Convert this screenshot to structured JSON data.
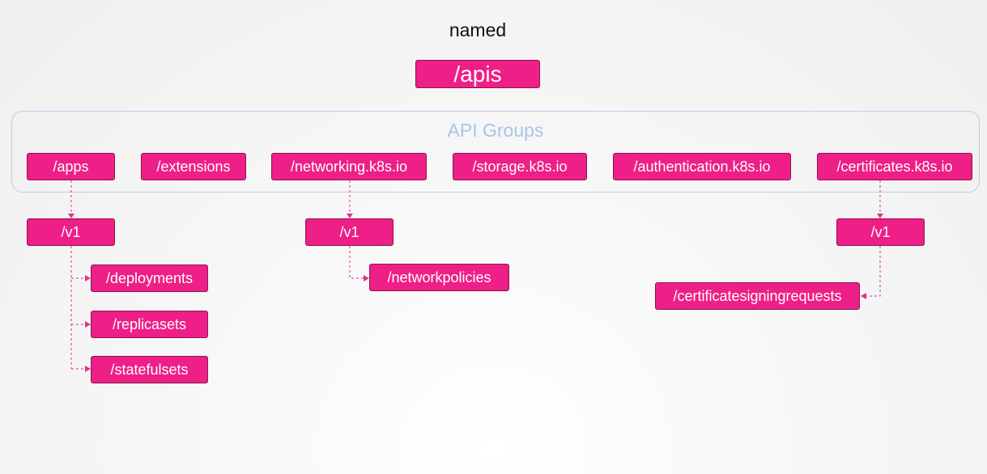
{
  "heading": "named",
  "root": "/apis",
  "group_label": "API Groups",
  "groups": {
    "apps": "/apps",
    "extensions": "/extensions",
    "networking": "/networking.k8s.io",
    "storage": "/storage.k8s.io",
    "authentication": "/authentication.k8s.io",
    "certificates": "/certificates.k8s.io"
  },
  "versions": {
    "apps": "/v1",
    "networking": "/v1",
    "certificates": "/v1"
  },
  "resources": {
    "deployments": "/deployments",
    "replicasets": "/replicasets",
    "statefulsets": "/statefulsets",
    "networkpolicies": "/networkpolicies",
    "csr": "/certificatesigningrequests"
  },
  "colors": {
    "node_fill": "#ee1f87",
    "node_border": "#8e1450",
    "group_border": "#b6d0ea",
    "group_label": "#a8c5e6",
    "connector": "#e0318f"
  }
}
